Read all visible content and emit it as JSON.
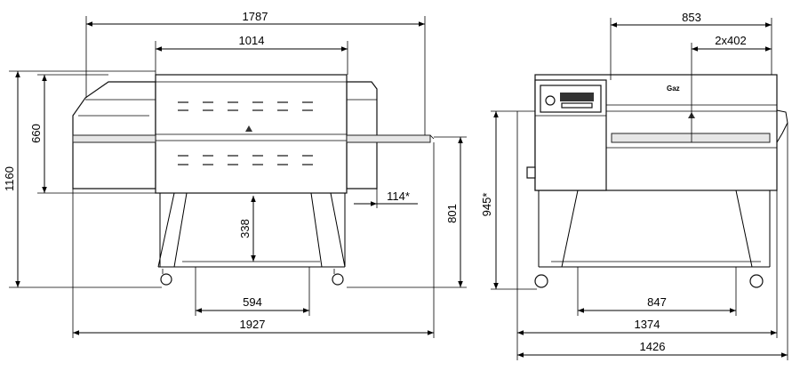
{
  "dimensions_front": {
    "overall_top": "1787",
    "chamber_width": "1014",
    "height_total": "1160",
    "hood_height": "660",
    "leg_gap_height": "338",
    "conveyor_ext": "114*",
    "conveyor_height": "801",
    "leg_spacing": "594",
    "overall_bottom": "1927"
  },
  "dimensions_side": {
    "top_width": "853",
    "half_width": "2x402",
    "stack_height": "945*",
    "leg_spacing": "847",
    "body_width": "1374",
    "overall_width": "1426"
  },
  "control_panel": {
    "brand": "Gaz"
  }
}
